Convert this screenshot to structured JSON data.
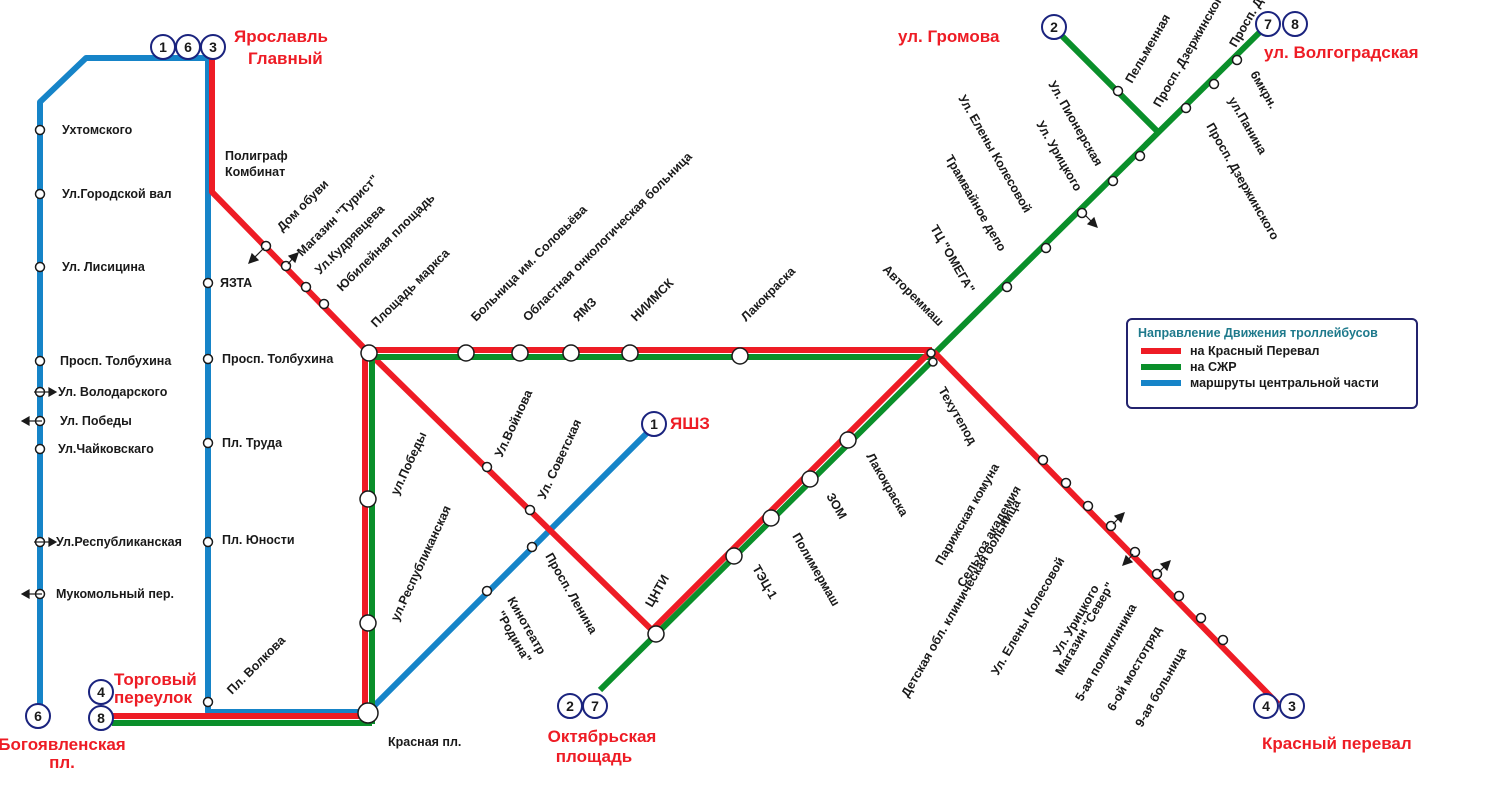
{
  "colors": {
    "red_line": "#ee1c25",
    "green_line": "#0a8f2a",
    "blue_line": "#1684c8",
    "terminal_text": "#ee1c25",
    "legend_border": "#23236e",
    "legend_title": "#1f7a8c"
  },
  "terminals": {
    "yaroslavl_glavny": [
      "Ярославль",
      "Главный"
    ],
    "gromova": [
      "ул. Громова"
    ],
    "volgogradskaya": [
      "ул. Волгоградская"
    ],
    "yashz": [
      "ЯШЗ"
    ],
    "torgovy": [
      "Торговый",
      "переулок"
    ],
    "bogoyavlenskaya": [
      "Богоявленская",
      "пл."
    ],
    "oktyabrskaya": [
      "Октябрьская",
      "площадь"
    ],
    "krasny_pereval": [
      "Красный перевал"
    ]
  },
  "badges": {
    "yaroslavl": [
      "1",
      "6",
      "3"
    ],
    "gromova": [
      "2"
    ],
    "volgogradskaya": [
      "7",
      "8"
    ],
    "yashz": [
      "1"
    ],
    "torgovy": [
      "4",
      "8"
    ],
    "bogoyavlenskaya": [
      "6"
    ],
    "oktyabrskaya": [
      "2",
      "7"
    ],
    "krasny_pereval": [
      "4",
      "3"
    ]
  },
  "stations": {
    "left_column": [
      "Ухтомского",
      "Ул.Городской вал",
      "Ул. Лисицина",
      "Просп. Толбухина",
      "Ул. Володарского",
      "Ул. Победы",
      "Ул.Чайковскаго",
      "Ул.Республиканская",
      "Мукомольный пер."
    ],
    "middle_column": [
      "ЯЗТА",
      "Просп. Толбухина",
      "Пл. Труда",
      "Пл. Юности",
      "Пл. Волкова"
    ],
    "poligraf": [
      "Полиграф",
      "Комбинат"
    ],
    "diagonal_north": [
      "Дом обуви",
      "Магазин \"Турист\"",
      "Ул.Кудрявцева",
      "Юбилейная площадь",
      "Площадь маркса"
    ],
    "horizontal": [
      "Больница им. Соловьёва",
      "Областная онкологическая больница",
      "ЯМЗ",
      "НИИМСК",
      "Лакокраска",
      "Автореммаш"
    ],
    "vertical_red_green": [
      "ул.Победы",
      "ул.Республиканская"
    ],
    "central_diagonal": [
      "Ул.Войнова",
      "Ул. Советская",
      "ЦНТИ"
    ],
    "blue_diagonal": [
      "Просп. Ленина",
      "Кинотеатр",
      "\"Родина\""
    ],
    "krasnaya_pl": "Красная пл.",
    "south_diagonal": [
      "ТЭЦ-1",
      "Полимермаш",
      "ЗОМ",
      "Лакокраска"
    ],
    "northeast": [
      "ТЦ \"ОМЕГА\"",
      "Трамвайное депо",
      "Ул. Елены Колесовой",
      "Ул. Урицкого",
      "Ул. Пионерская",
      "Пельменная",
      "Просп. Дзержинского",
      "Просп. Дзержинского",
      "6мкрн.",
      "ул.Панина",
      "Просп. Дзержинского"
    ],
    "southeast": [
      "Техутепод",
      "Парижская комуна",
      "Сельхоз академия",
      "Детская обл. клиническая больница",
      "Ул. Елены Колесовой",
      "Ул. Урицкого",
      "Магазин \"Север\"",
      "5-ая поликлиника",
      "6-ой мостотряд",
      "9-ая больница"
    ]
  },
  "legend": {
    "title": "Направление Движения троллейбусов",
    "items": [
      {
        "label": "на Красный Перевал",
        "color": "#ee1c25"
      },
      {
        "label": "на СЖР",
        "color": "#0a8f2a"
      },
      {
        "label": "маршруты центральной части",
        "color": "#1684c8"
      }
    ]
  }
}
